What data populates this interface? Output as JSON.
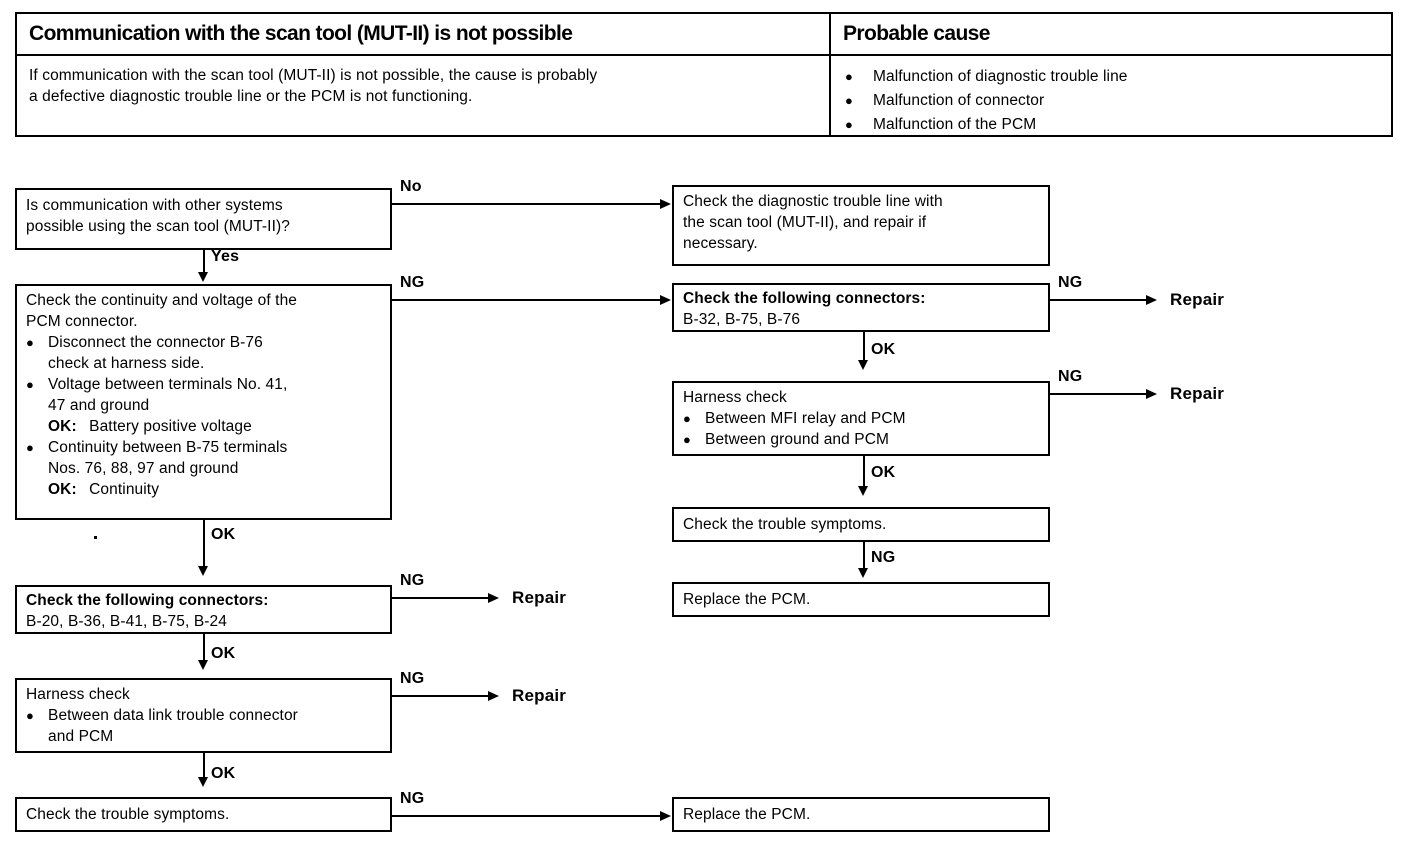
{
  "symptom_table": {
    "header_symptom": "Communication with the scan tool (MUT-II) is not possible",
    "header_cause": "Probable cause",
    "description_line1": "If communication with the scan tool (MUT-II) is not possible, the cause is probably",
    "description_line2": "a defective diagnostic trouble line or the PCM is not functioning.",
    "causes": [
      "Malfunction of diagnostic trouble line",
      "Malfunction of connector",
      "Malfunction of the PCM"
    ],
    "bullet_glyph": "●"
  },
  "flow": {
    "bullet_glyph": "●",
    "boxes": {
      "q_other_systems": {
        "line1": "Is communication with other systems",
        "line2": "possible using the scan tool (MUT-II)?"
      },
      "check_diag_line": {
        "line1": "Check the diagnostic trouble line with",
        "line2": "the scan tool (MUT-II), and repair if",
        "line3": "necessary."
      },
      "pcm_connector": {
        "title_line1": "Check the continuity and voltage of the",
        "title_line2": "PCM connector.",
        "b1_line1": "Disconnect the connector B-76",
        "b1_line2": "check at harness side.",
        "b2_line1": "Voltage between terminals No. 41,",
        "b2_line2": "47 and ground",
        "b2_ok_label": "OK:",
        "b2_ok_value": "Battery positive voltage",
        "b3_line1": "Continuity between B-75 terminals",
        "b3_line2": "Nos. 76, 88, 97 and ground",
        "b3_ok_label": "OK:",
        "b3_ok_value": "Continuity"
      },
      "connectors_right": {
        "title": "Check the following connectors:",
        "list": "B-32, B-75, B-76"
      },
      "harness_right": {
        "title": "Harness check",
        "b1": "Between MFI relay and PCM",
        "b2": "Between ground and PCM"
      },
      "symptoms_right": {
        "text": "Check the trouble symptoms."
      },
      "replace_pcm_right": {
        "text": "Replace the PCM."
      },
      "connectors_left": {
        "title": "Check the following connectors:",
        "list": "B-20, B-36, B-41, B-75, B-24"
      },
      "harness_left": {
        "title": "Harness check",
        "b1_line1": "Between data link trouble connector",
        "b1_line2": "and PCM"
      },
      "symptoms_left": {
        "text": "Check the trouble symptoms."
      },
      "replace_pcm_bottom": {
        "text": "Replace the PCM."
      }
    },
    "labels": {
      "no": "No",
      "yes": "Yes",
      "ok": "OK",
      "ng": "NG",
      "repair": "Repair"
    }
  },
  "colors": {
    "ink": "#000000",
    "paper": "#ffffff"
  }
}
